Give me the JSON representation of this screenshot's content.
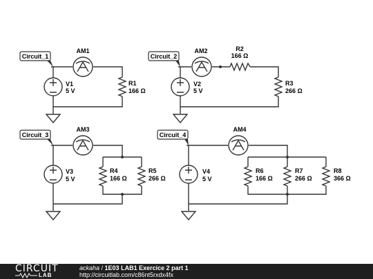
{
  "circuits": [
    {
      "ref": "Circuit_1",
      "ammeter": "AM1",
      "source": {
        "name": "V1",
        "value": "5 V"
      },
      "resistors": [
        {
          "name": "R1",
          "value": "166 Ω"
        }
      ]
    },
    {
      "ref": "Circuit_2",
      "ammeter": "AM2",
      "source": {
        "name": "V2",
        "value": "5 V"
      },
      "resistors": [
        {
          "name": "R2",
          "value": "166 Ω"
        },
        {
          "name": "R3",
          "value": "266 Ω"
        }
      ]
    },
    {
      "ref": "Circuit_3",
      "ammeter": "AM3",
      "source": {
        "name": "V3",
        "value": "5 V"
      },
      "resistors": [
        {
          "name": "R4",
          "value": "166 Ω"
        },
        {
          "name": "R5",
          "value": "266 Ω"
        }
      ]
    },
    {
      "ref": "Circuit_4",
      "ammeter": "AM4",
      "source": {
        "name": "V4",
        "value": "5 V"
      },
      "resistors": [
        {
          "name": "R6",
          "value": "166 Ω"
        },
        {
          "name": "R7",
          "value": "266 Ω"
        },
        {
          "name": "R8",
          "value": "366 Ω"
        }
      ]
    }
  ],
  "footer": {
    "logo_top": "CIRCUIT",
    "logo_bottom": "LAB",
    "author": "ackaha",
    "separator": " / ",
    "title": "1E03 LAB1 Exercice 2 part 1",
    "url": "http://circuitlab.com/c86nt5rxdx4fx"
  }
}
